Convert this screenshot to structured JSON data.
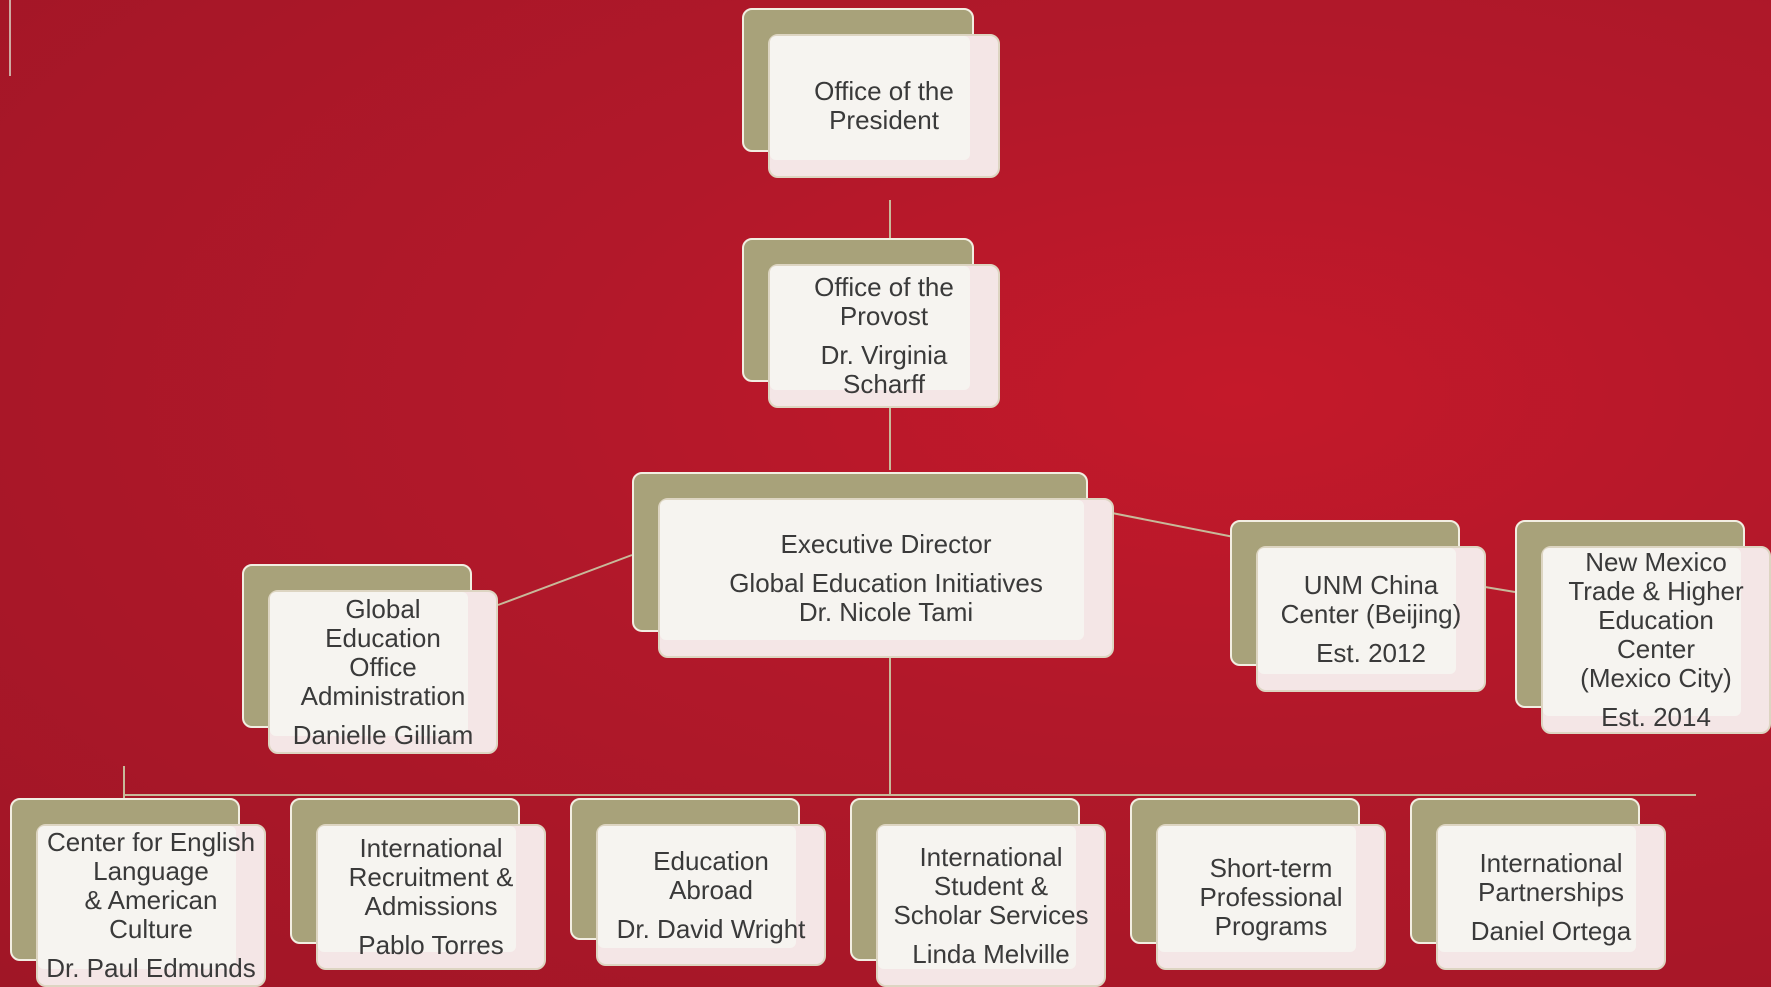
{
  "org_chart": {
    "president": {
      "title": "Office of the\nPresident",
      "subtitle": ""
    },
    "provost": {
      "title": "Office of the\nProvost",
      "subtitle": "Dr. Virginia\nScharff"
    },
    "executive_director": {
      "title": "Executive Director",
      "subtitle": "Global Education Initiatives\nDr. Nicole Tami"
    },
    "global_office": {
      "title": "Global\nEducation\nOffice\nAdministration",
      "subtitle": "Danielle Gilliam"
    },
    "china_center": {
      "title": "UNM China\nCenter (Beijing)",
      "subtitle": "Est. 2012"
    },
    "mexico_center": {
      "title": "New Mexico\nTrade & Higher\nEducation\nCenter\n(Mexico City)",
      "subtitle": "Est. 2014"
    },
    "departments": [
      {
        "title": "Center for English\nLanguage\n& American\nCulture",
        "subtitle": "Dr. Paul Edmunds"
      },
      {
        "title": "International\nRecruitment &\nAdmissions",
        "subtitle": "Pablo Torres"
      },
      {
        "title": "Education\nAbroad",
        "subtitle": "Dr. David Wright"
      },
      {
        "title": "International\nStudent &\nScholar Services",
        "subtitle": "Linda Melville"
      },
      {
        "title": "Short-term\nProfessional\nPrograms",
        "subtitle": ""
      },
      {
        "title": "International\nPartnerships",
        "subtitle": "Daniel Ortega"
      }
    ]
  },
  "colors": {
    "background": "#b2182a",
    "box_back": "#a8a27a",
    "box_front": "#f4e6e6",
    "box_text": "#3a3a3a",
    "connector": "#c8b99a"
  }
}
